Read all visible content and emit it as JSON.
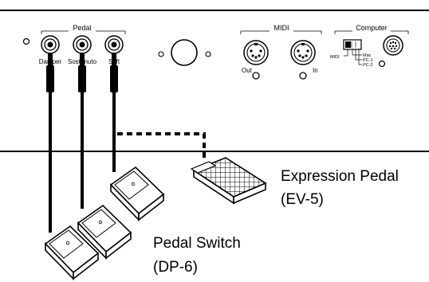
{
  "panel": {
    "pedal_group_title": "Pedal",
    "jack_labels": [
      "Damper",
      "Sostenuto",
      "Soft"
    ],
    "midi_group_title": "MIDI",
    "midi_out_label": "Out",
    "midi_in_label": "In",
    "computer_group_title": "Computer",
    "switch_left_label": "MIDI",
    "switch_positions": [
      "Mac",
      "PC-1",
      "PC-2"
    ]
  },
  "callouts": {
    "expression_pedal_name": "Expression Pedal",
    "expression_pedal_model": "(EV-5)",
    "pedal_switch_name": "Pedal Switch",
    "pedal_switch_model": "(DP-6)"
  }
}
